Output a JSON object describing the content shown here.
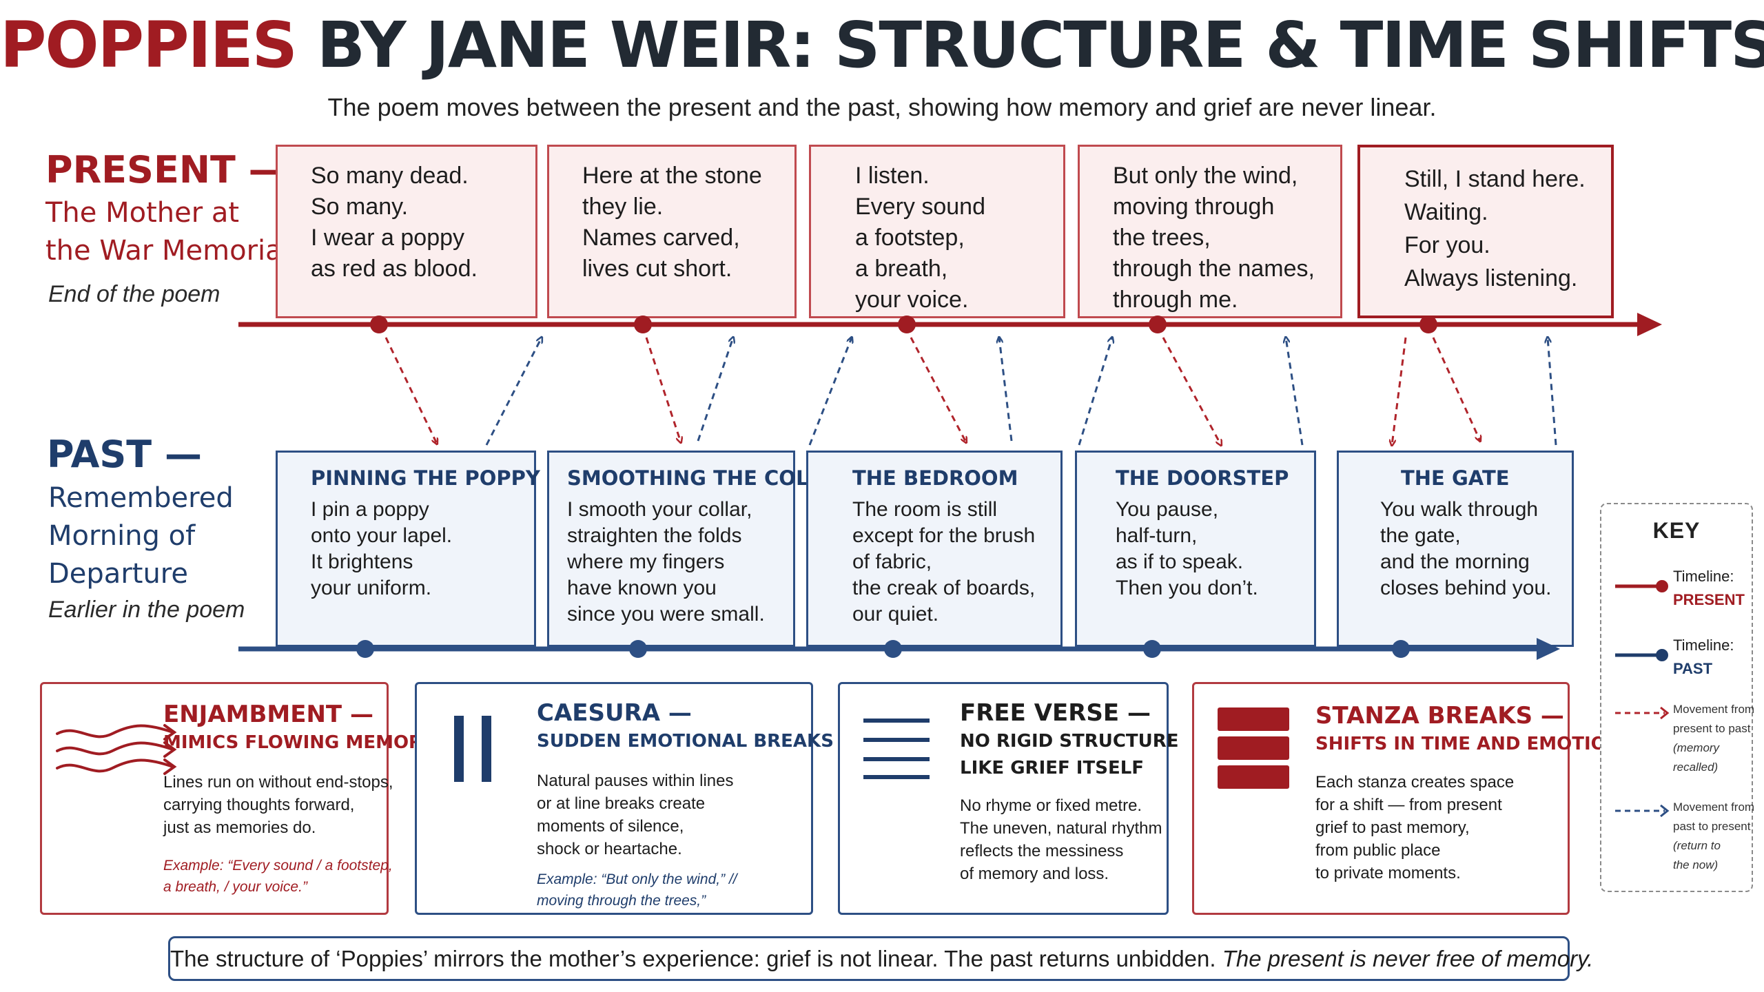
{
  "header": {
    "title_highlight": "POPPIES",
    "title_rest": " BY JANE WEIR: STRUCTURE & TIME SHIFTS",
    "subtitle": "The poem moves between the present and the past, showing how memory and grief are never linear."
  },
  "present": {
    "label": "PRESENT —",
    "subtitle_lines": [
      "The Mother at",
      "the War Memorial"
    ],
    "note": "End of the poem",
    "boxes": [
      {
        "lines": [
          "So many dead.",
          "So many.",
          "I wear a poppy",
          "as red as blood."
        ]
      },
      {
        "lines": [
          "Here at the stone",
          "they lie.",
          "Names carved,",
          "lives cut short."
        ]
      },
      {
        "lines": [
          "I listen.",
          "Every sound",
          "a footstep,",
          "a breath,",
          "your voice."
        ]
      },
      {
        "lines": [
          "But only the wind,",
          "moving through",
          "the trees,",
          "through the names,",
          "through me."
        ]
      },
      {
        "lines": [
          "Still, I stand here.",
          "Waiting.",
          "For you.",
          "Always listening."
        ]
      }
    ]
  },
  "past": {
    "label": "PAST —",
    "subtitle_lines": [
      "Remembered",
      "Morning of",
      "Departure"
    ],
    "note": "Earlier in the poem",
    "boxes": [
      {
        "heading": "PINNING THE POPPY",
        "lines": [
          "I pin a poppy",
          "onto your lapel.",
          "It brightens",
          "your uniform."
        ]
      },
      {
        "heading": "SMOOTHING THE COLLAR",
        "lines": [
          "I smooth your collar,",
          "straighten the folds",
          "where my fingers",
          "have known you",
          "since you were small."
        ]
      },
      {
        "heading": "THE BEDROOM",
        "lines": [
          "The room is still",
          "except for the brush",
          "of fabric,",
          "the creak of boards,",
          "our quiet."
        ]
      },
      {
        "heading": "THE DOORSTEP",
        "lines": [
          "You pause,",
          "half-turn,",
          "as if to speak.",
          "Then you don’t."
        ]
      },
      {
        "heading": "THE GATE",
        "lines": [
          "You walk through",
          "the gate,",
          "and the morning",
          "closes behind you."
        ]
      }
    ]
  },
  "devices": [
    {
      "title": "ENJAMBMENT —",
      "sub": [
        "MIMICS FLOWING MEMORY"
      ],
      "body": [
        "Lines run on without end-stops,",
        "carrying thoughts forward,",
        "just as memories do."
      ],
      "example": [
        "Example: “Every sound / a footstep,",
        "a breath, / your voice.”"
      ],
      "icon": "flowing-arrows-icon"
    },
    {
      "title": "CAESURA —",
      "sub": [
        "SUDDEN EMOTIONAL BREAKS"
      ],
      "body": [
        "Natural pauses within lines",
        "or at line breaks create",
        "moments of silence,",
        "shock or heartache."
      ],
      "example": [
        "Example: “But only the wind,” //",
        "moving through the trees,”"
      ],
      "icon": "pause-bars-icon"
    },
    {
      "title": "FREE VERSE —",
      "sub": [
        "NO RIGID STRUCTURE",
        "LIKE GRIEF ITSELF"
      ],
      "body": [
        "No rhyme or fixed metre.",
        "The uneven, natural rhythm",
        "reflects the messiness",
        "of memory and loss."
      ],
      "example": [],
      "icon": "text-lines-icon"
    },
    {
      "title": "STANZA BREAKS —",
      "sub": [
        "SHIFTS IN TIME AND EMOTION"
      ],
      "body": [
        "Each stanza creates space",
        "for a shift — from present",
        "grief to past memory,",
        "from public place",
        "to private moments."
      ],
      "example": [],
      "icon": "stanza-blocks-icon"
    }
  ],
  "key": {
    "title": "KEY",
    "present_label": "Timeline:",
    "present_value": "PRESENT",
    "past_label": "Timeline:",
    "past_value": "PAST",
    "p2p_lines": [
      "Movement from",
      "present to past"
    ],
    "p2p_note": [
      "(memory",
      "recalled)"
    ],
    "b2p_lines": [
      "Movement from",
      "past to present"
    ],
    "b2p_note": [
      "(return to",
      "the now)"
    ]
  },
  "footer": {
    "text": "The structure of ‘Poppies’ mirrors the mother’s experience: grief is not linear. The past returns unbidden. ",
    "italic": "The present is never free of memory."
  },
  "colors": {
    "present": "#a01c22",
    "past": "#1f3d6b",
    "present_fill": "#fbeeee",
    "past_fill": "#f0f4fa"
  }
}
